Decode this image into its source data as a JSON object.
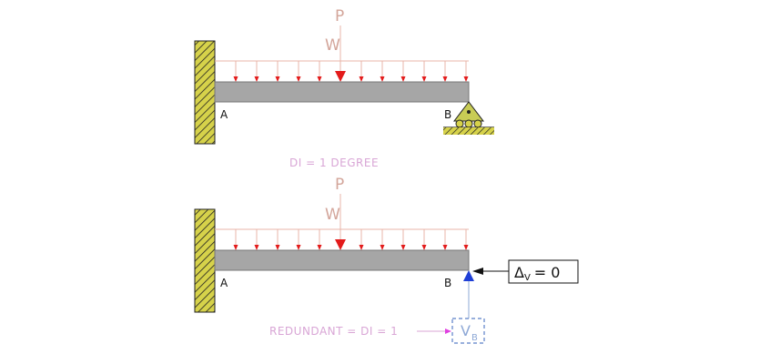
{
  "colors": {
    "beam_fill": "#a6a6a6",
    "wall_fill": "#d6d24a",
    "load_arrow": "#e31b1b",
    "load_line": "#e8b4a8",
    "label_tan": "#d3a59a",
    "label_pink": "#d9a6d6",
    "support_fill": "#c8cc55",
    "reaction_arrow": "#1f3fd6",
    "redundant_box": "#8ea8d6"
  },
  "top_diagram": {
    "point_load_label": "P",
    "distributed_load_label": "W",
    "end_a_label": "A",
    "end_b_label": "B",
    "support_icon": "roller-support-icon",
    "fixed_wall_icon": "fixed-wall-icon"
  },
  "di_caption": "DI = 1 DEGREE",
  "bottom_diagram": {
    "point_load_label": "P",
    "distributed_load_label": "W",
    "end_a_label": "A",
    "end_b_label": "B",
    "deflection_symbol": "Δ",
    "deflection_subscript": "V",
    "deflection_value": "=  0",
    "redundant_label": "REDUNDANT = DI = 1",
    "redundant_symbol": "V",
    "redundant_subscript": "B"
  }
}
